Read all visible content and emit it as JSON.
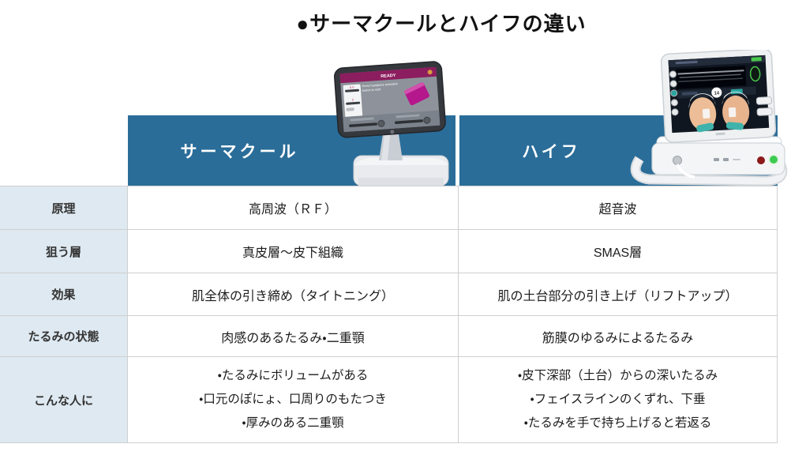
{
  "page_title": "●サーマクールとハイフの違い",
  "colors": {
    "header_blue": "#2A6D99",
    "row_label_bg": "#DEE9F1",
    "border_gray": "#CFCFCF",
    "thermage_accent_magenta": "#B5178C",
    "hifu_indicator_green": "#3FCB52",
    "hifu_indicator_red": "#8C1A1A"
  },
  "header": {
    "columns": [
      {
        "label": "サーマクール"
      },
      {
        "label": "ハイフ"
      }
    ]
  },
  "devices": {
    "thermage": {
      "screen_status": "READY",
      "screen_hint_line1": "Press handpiece activation",
      "screen_hint_line2": "button to start"
    },
    "hifu": {}
  },
  "table": {
    "rows": [
      {
        "label": "原理",
        "thermacool": [
          "高周波（ＲＦ）"
        ],
        "hifu": [
          "超音波"
        ]
      },
      {
        "label": "狙う層",
        "thermacool": [
          "真皮層〜皮下組織"
        ],
        "hifu": [
          "SMAS層"
        ]
      },
      {
        "label": "効果",
        "thermacool": [
          "肌全体の引き締め（タイトニング）"
        ],
        "hifu": [
          "肌の土台部分の引き上げ（リフトアップ）"
        ]
      },
      {
        "label": "たるみの状態",
        "thermacool": [
          "肉感のあるたるみ・二重顎"
        ],
        "hifu": [
          "筋膜のゆるみによるたるみ"
        ]
      },
      {
        "label": "こんな人に",
        "thermacool": [
          "・たるみにボリュームがある",
          "・口元のぽにょ、口周りのもたつき",
          "・厚みのある二重顎"
        ],
        "hifu": [
          "・皮下深部（土台）からの深いたるみ",
          "・フェイスラインのくずれ、下垂",
          "・たるみを手で持ち上げると若返る"
        ]
      }
    ]
  }
}
